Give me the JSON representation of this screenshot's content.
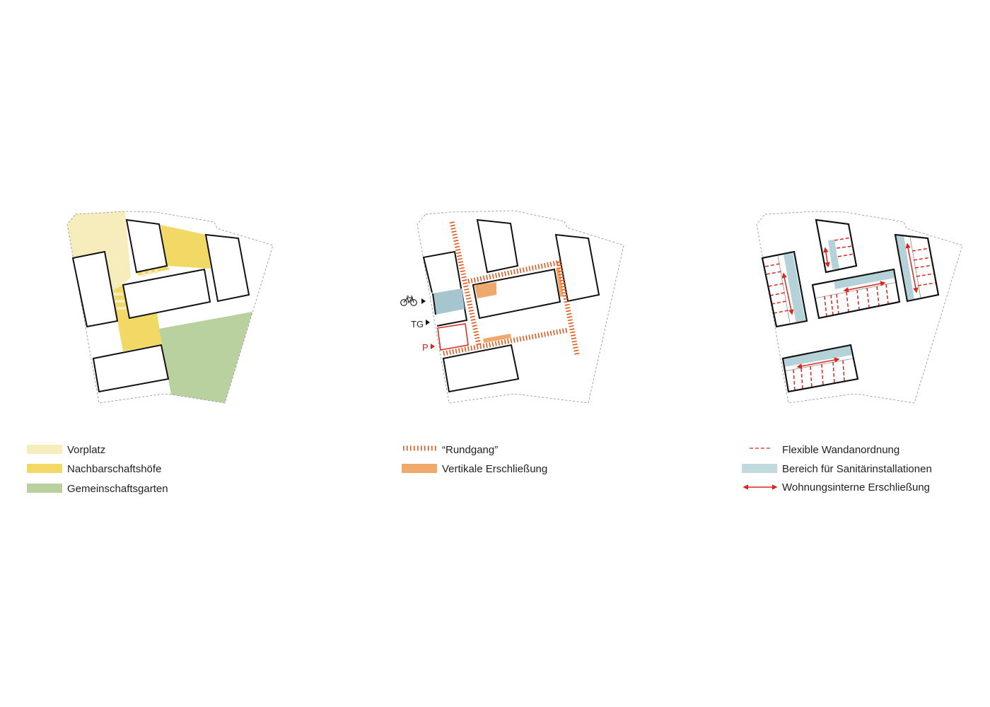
{
  "colors": {
    "vorplatz": "#f7ecbb",
    "nachbarschaftshoefe": "#f2d966",
    "gemeinschaftsgarten": "#b8d19e",
    "rundgang": "#e2561a",
    "vertikale_erschliessung": "#f0a96c",
    "sanitaer": "#b6d2d9",
    "red": "#d9261c"
  },
  "diagram_freiraum": {
    "legend": [
      {
        "label": "Vorplatz",
        "color": "#f7ecbb"
      },
      {
        "label": "Nachbarschaftshöfe",
        "color": "#f2d966"
      },
      {
        "label": "Gemeinschaftsgarten",
        "color": "#b8d19e"
      }
    ]
  },
  "diagram_erschliessung": {
    "entrances": {
      "bike_icon": "bicycle-icon",
      "tg": "TG",
      "p": "P"
    },
    "legend": [
      {
        "label": "“Rundgang”",
        "symbol": "dashed-thick-line"
      },
      {
        "label": "Vertikale Erschließung",
        "color": "#f0a96c"
      }
    ]
  },
  "diagram_grundriss": {
    "legend": [
      {
        "label": "Flexible Wandanordnung",
        "symbol": "dashed-red-line"
      },
      {
        "label": "Bereich für Sanitärinstallationen",
        "color": "#c2d9de"
      },
      {
        "label": "Wohnungsinterne Erschließung",
        "symbol": "double-arrow"
      }
    ]
  }
}
